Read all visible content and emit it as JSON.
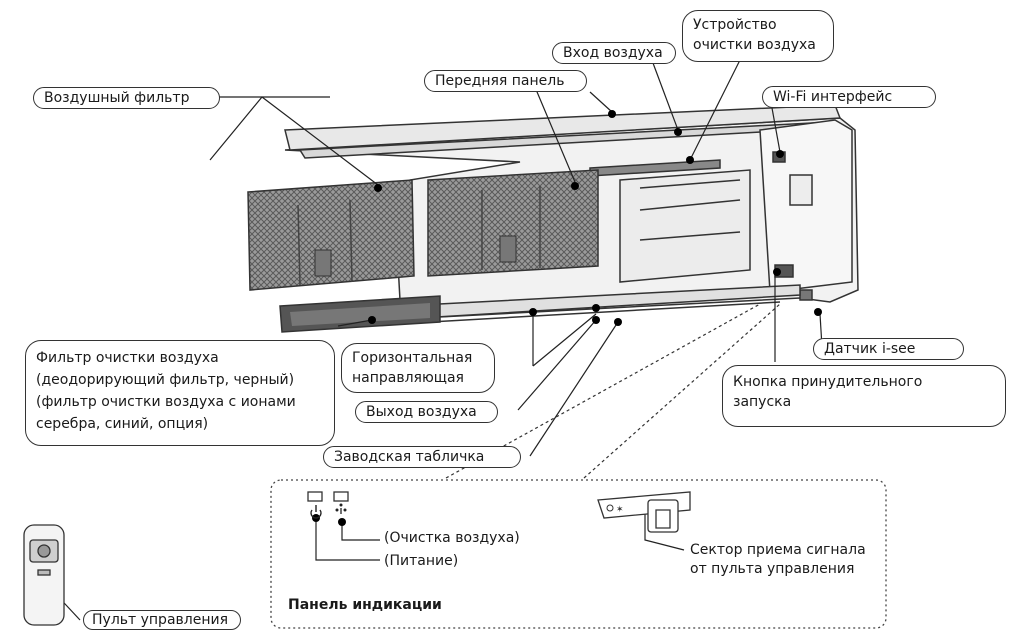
{
  "labels": {
    "air_filter": "Воздушный фильтр",
    "front_panel": "Передняя панель",
    "air_inlet": "Вход воздуха",
    "air_purifier": "Устройство\nочистки воздуха",
    "wifi": "Wi-Fi интерфейс",
    "isee_sensor": "Датчик i-see",
    "force_start": "Кнопка принудительного\nзапуска",
    "cleaning_filter": "Фильтр очистки воздуха\n(деодорирующий фильтр, черный)\n(фильтр очистки воздуха с ионами\nсеребра, синий, опция)",
    "horizontal_vane": "Горизонтальная\nнаправляющая",
    "air_outlet": "Выход воздуха",
    "nameplate": "Заводская табличка",
    "remote": "Пульт управления"
  },
  "indicator_panel": {
    "title": "Панель индикации",
    "air_cleaning": "(Очистка воздуха)",
    "power": "(Питание)",
    "receiver": "Сектор приема сигнала\nот пульта управления"
  }
}
